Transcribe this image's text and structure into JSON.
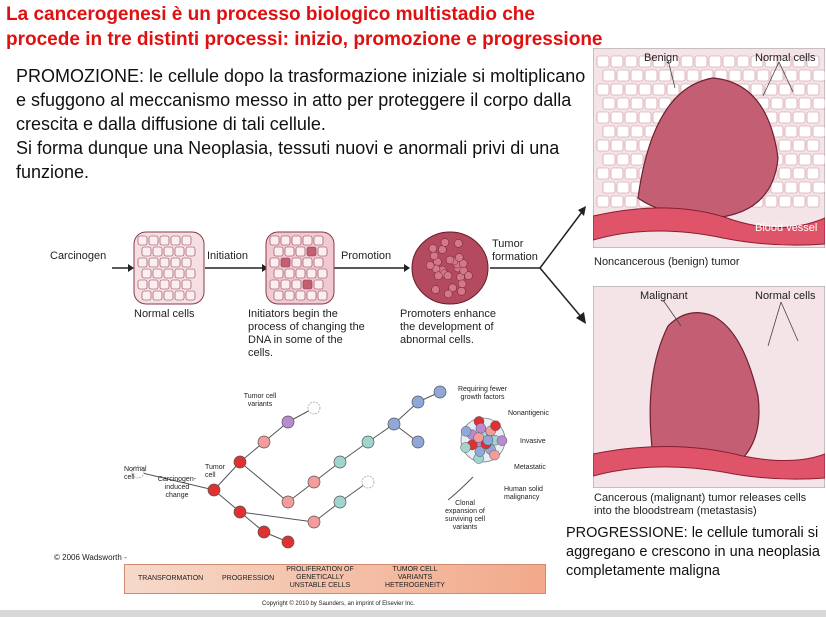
{
  "title": "La cancerogenesi è un processo biologico multistadio che procede in tre distinti processi: inizio, promozione e progressione",
  "promozione_text": "PROMOZIONE: le cellule dopo la trasformazione iniziale  si moltiplicano e sfuggono al meccanismo messo in atto per proteggere il corpo dalla crescita e dalla diffusione di tali cellule.\nSi forma dunque una Neoplasia, tessuti nuovi e anormali privi di una funzione.",
  "progressione_text": "PROGRESSIONE: le cellule tumorali si aggregano e crescono in una neoplasia completamente maligna",
  "pathway": {
    "carcinogen": "Carcinogen",
    "initiation": "Initiation",
    "promotion": "Promotion",
    "tumor_formation": "Tumor formation",
    "normal_cells": "Normal cells",
    "initiators_caption": "Initiators begin the process of changing the DNA in some of the cells.",
    "promoters_caption": "Promoters enhance the development of abnormal cells."
  },
  "benign_panel": {
    "label_benign": "Benign",
    "label_normal": "Normal cells",
    "label_vessel": "Blood vessel",
    "caption": "Noncancerous (benign) tumor"
  },
  "malignant_panel": {
    "label_malignant": "Malignant",
    "label_normal": "Normal cells",
    "caption": "Cancerous (malignant) tumor releases cells into the bloodstream (metastasis)"
  },
  "clonal": {
    "tumor_cell_variants": "Tumor cell variants",
    "normal_cell": "Normal cell",
    "carcinogen_change": "Carcinogen-induced change",
    "tumor_cell": "Tumor cell",
    "requiring_fewer": "Requiring fewer growth factors",
    "nonantigenic": "Nonantigenic",
    "invasive": "Invasive",
    "metastatic": "Metastatic",
    "human_solid": "Human solid malignancy",
    "clonal_expansion": "Clonal expansion of surviving cell variants",
    "wadsworth": "© 2006 Wadsworth -",
    "bar_transformation": "TRANSFORMATION",
    "bar_progression": "PROGRESSION",
    "bar_proliferation": "PROLIFERATION OF GENETICALLY UNSTABLE CELLS",
    "bar_heterogeneity": "TUMOR CELL VARIANTS HETEROGENEITY",
    "copyright": "Copyright © 2010 by Saunders, an imprint of Elsevier Inc."
  }
}
